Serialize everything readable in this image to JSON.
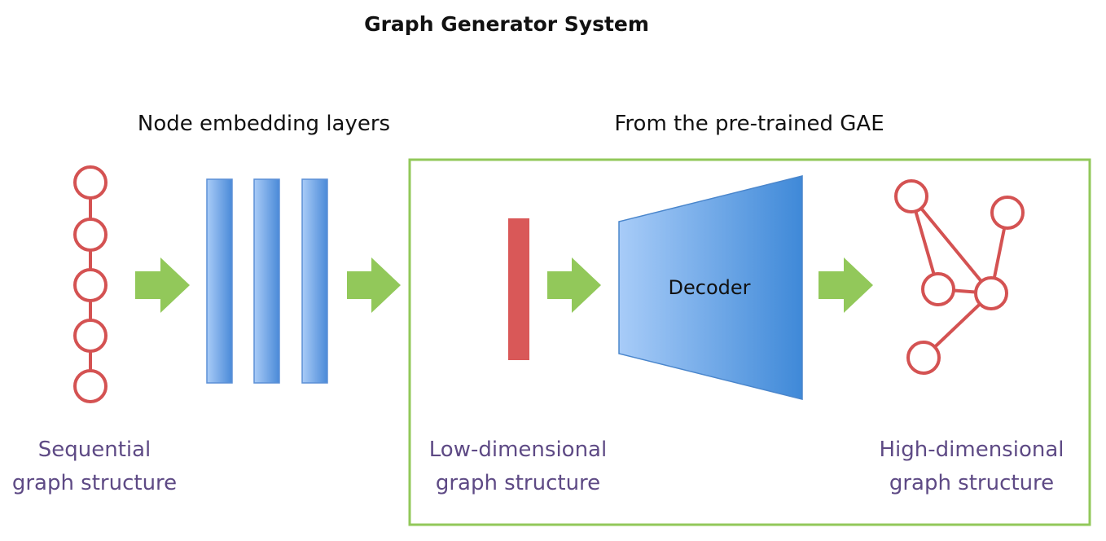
{
  "title": "Graph Generator System",
  "sections": {
    "embedding": "Node embedding layers",
    "pretrained": "From the pre-trained GAE"
  },
  "decoder_label": "Decoder",
  "captions": {
    "sequential": [
      "Sequential",
      "graph structure"
    ],
    "low_dim": [
      "Low-dimensional",
      "graph structure"
    ],
    "high_dim": [
      "High-dimensional",
      "graph structure"
    ]
  },
  "colors": {
    "node_stroke": "#d45252",
    "arrow": "#92c85a",
    "layer_blue": "#5b8fd6",
    "latent_red": "#d95858",
    "box_border": "#92c85a",
    "caption_text": "#5e4a85"
  }
}
